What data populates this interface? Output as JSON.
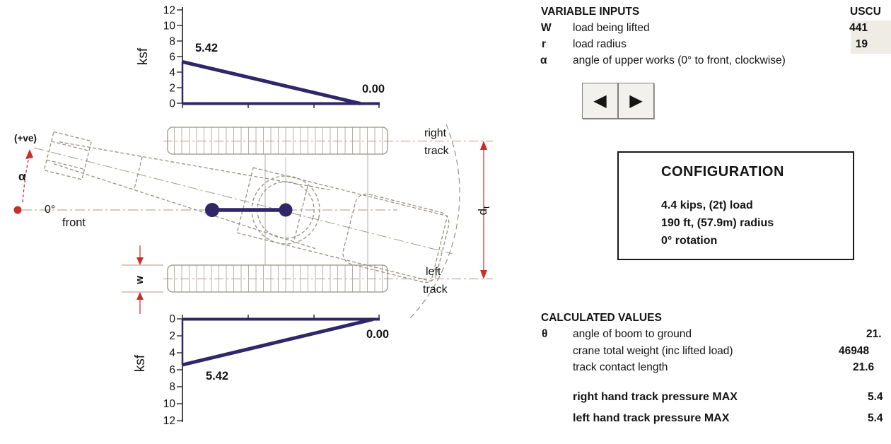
{
  "colors": {
    "navy": "#2f2768",
    "red": "#c2312a",
    "outline_gray": "#999080",
    "dim_pink": "#bb8f84",
    "input_shade": "#efece6",
    "axis_black": "#1c1c1c"
  },
  "chart_data": [
    {
      "type": "area",
      "name": "right track pressure distribution",
      "ylabel": "ksf",
      "ylim": [
        0,
        12
      ],
      "y_inverted": false,
      "yticks": [
        "12",
        "10",
        "8",
        "6",
        "4",
        "2",
        "0"
      ],
      "profile": {
        "start_ksf": 5.42,
        "end_ksf": 0.0
      },
      "labels": {
        "start": "5.42",
        "end": "0.00"
      }
    },
    {
      "type": "area",
      "name": "left track pressure distribution",
      "ylabel": "ksf",
      "ylim": [
        0,
        12
      ],
      "y_inverted": true,
      "yticks": [
        "0",
        "2",
        "4",
        "6",
        "8",
        "10",
        "12"
      ],
      "profile": {
        "start_ksf": 5.42,
        "end_ksf": 0.0
      },
      "labels": {
        "start": "5.42",
        "end": "0.00"
      }
    }
  ],
  "variable_inputs": {
    "title": "VARIABLE INPUTS",
    "unit_header": "USCU",
    "rows": [
      {
        "symbol": "W",
        "label": "load being lifted",
        "value": "441"
      },
      {
        "symbol": "r",
        "label": "load radius",
        "value": "19"
      },
      {
        "symbol": "α",
        "label": "angle of upper works (0° to front, clockwise)",
        "value": ""
      }
    ]
  },
  "spinner": {
    "left": "◀",
    "right": "▶"
  },
  "configuration": {
    "title": "CONFIGURATION",
    "lines": [
      "4.4 kips, (2t) load",
      "190 ft, (57.9m) radius",
      "0° rotation"
    ]
  },
  "calculated_values": {
    "title": "CALCULATED VALUES",
    "rows": [
      {
        "symbol": "θ",
        "label": "angle of boom to ground",
        "value": "21."
      },
      {
        "symbol": "",
        "label": "crane total weight (inc lifted load)",
        "value": "46948"
      },
      {
        "symbol": "",
        "label": "track contact length",
        "value": "21.6"
      },
      {
        "symbol": "",
        "label": "right hand track pressure MAX",
        "value": "5.4"
      },
      {
        "symbol": "",
        "label": "left hand track pressure MAX",
        "value": "5.4"
      }
    ]
  },
  "diagram": {
    "labels": {
      "plus_ve": "(+ve)",
      "alpha": "α",
      "zero_deg": "0°",
      "front": "front",
      "right_track_1": "right",
      "right_track_2": "track",
      "left_track_1": "left",
      "left_track_2": "track",
      "w_dim": "w",
      "dt_main": "d",
      "dt_sub": "t"
    }
  }
}
